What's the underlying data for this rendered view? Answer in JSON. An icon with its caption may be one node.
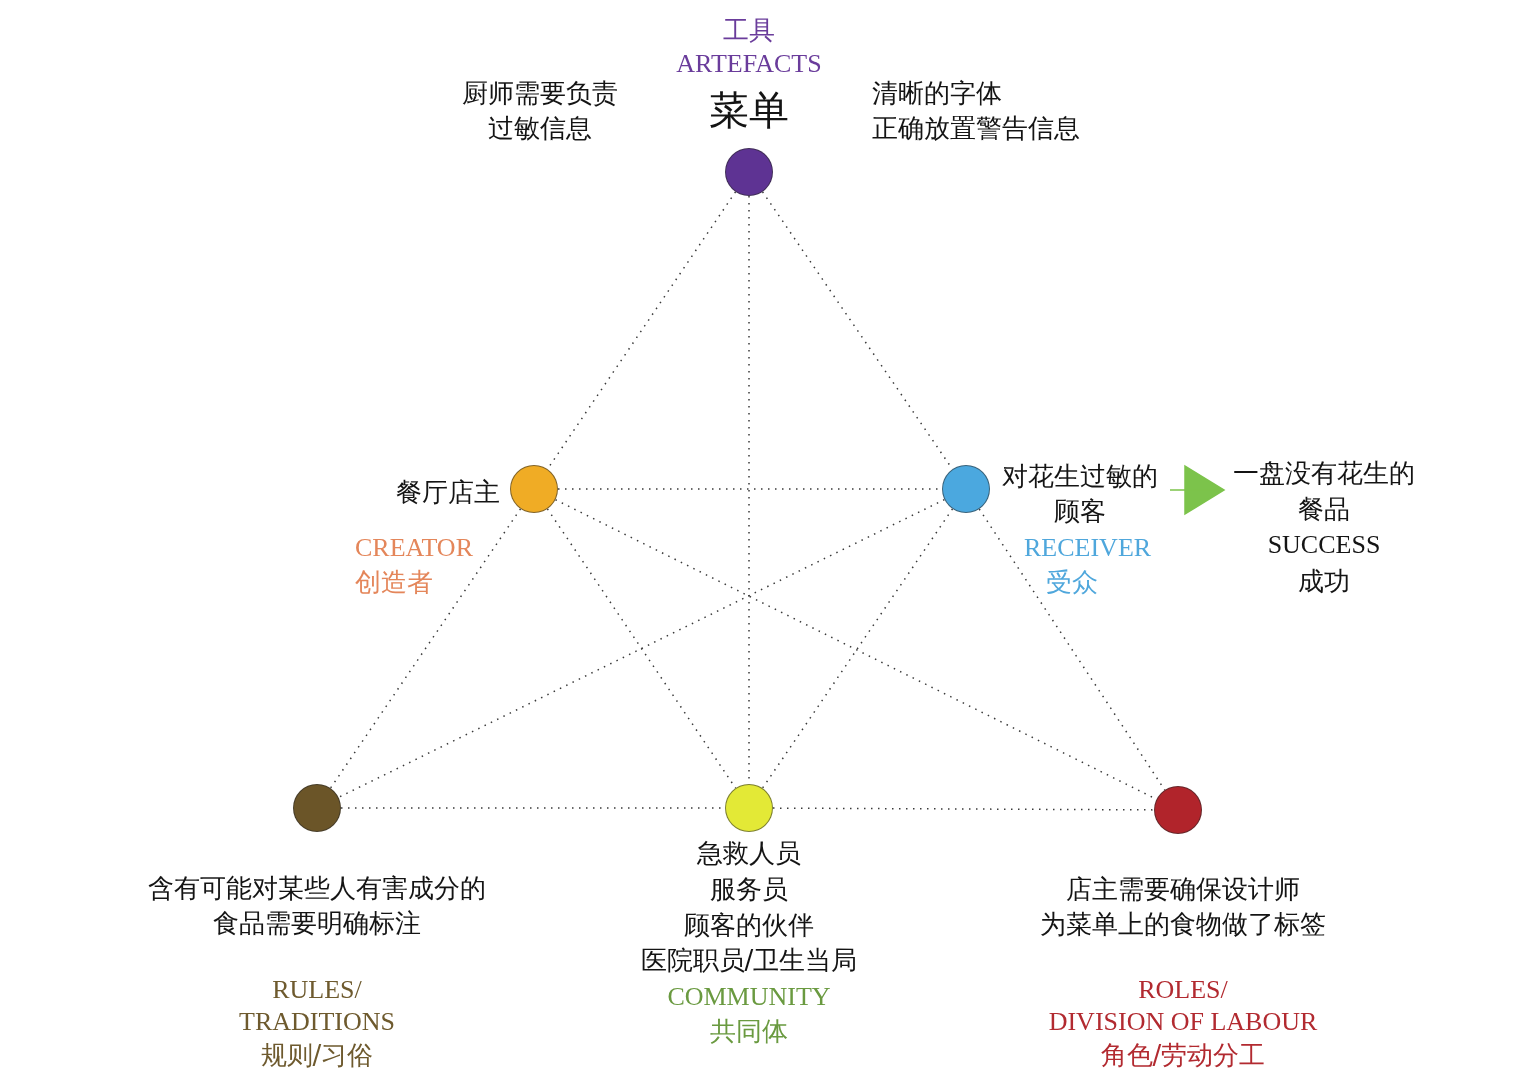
{
  "diagram": {
    "nodes": [
      {
        "text": [],
        "shape": "circle",
        "beside": [
          "工具",
          "ARTEFACTS",
          "菜单",
          "厨师需要负责过敏信息",
          "清晰的字体",
          "正确放置警告信息"
        ]
      },
      {
        "text": [],
        "shape": "circle",
        "beside": [
          "餐厅店主",
          "CREATOR",
          "创造者"
        ]
      },
      {
        "text": [],
        "shape": "circle",
        "beside": [
          "对花生过敏的顾客",
          "RECEIVER",
          "受众"
        ]
      },
      {
        "text": [
          "一盘没有花生的餐品",
          "SUCCESS",
          "成功"
        ]
      },
      {
        "text": [],
        "shape": "circle",
        "beside": [
          "含有可能对某些人有害成分的食品需要明确标注",
          "RULES/ TRADITIONS",
          "规则/习俗"
        ]
      },
      {
        "text": [],
        "shape": "circle",
        "beside": [
          "急救人员",
          "服务员",
          "顾客的伙伴",
          "医院职员/卫生当局",
          "COMMUNITY",
          "共同体"
        ]
      },
      {
        "text": [],
        "shape": "circle",
        "beside": [
          "店主需要确保设计师为菜单上的食物做了标签",
          "ROLES/ DIVISION OF LABOUR",
          "角色/劳动分工"
        ]
      }
    ],
    "edges": [
      {
        "from": 0,
        "to": 1,
        "arrow": "none",
        "style": "dashed"
      },
      {
        "from": 0,
        "to": 2,
        "arrow": "none",
        "style": "dashed"
      },
      {
        "from": 0,
        "to": 5,
        "arrow": "none",
        "style": "dashed"
      },
      {
        "from": 1,
        "to": 2,
        "arrow": "none",
        "style": "dashed"
      },
      {
        "from": 1,
        "to": 4,
        "arrow": "none",
        "style": "dashed"
      },
      {
        "from": 1,
        "to": 5,
        "arrow": "none",
        "style": "dashed"
      },
      {
        "from": 1,
        "to": 6,
        "arrow": "none",
        "style": "dashed"
      },
      {
        "from": 2,
        "to": 4,
        "arrow": "none",
        "style": "dashed"
      },
      {
        "from": 2,
        "to": 5,
        "arrow": "none",
        "style": "dashed"
      },
      {
        "from": 2,
        "to": 6,
        "arrow": "none",
        "style": "dashed"
      },
      {
        "from": 4,
        "to": 5,
        "arrow": "none",
        "style": "dashed"
      },
      {
        "from": 5,
        "to": 6,
        "arrow": "none",
        "style": "dashed"
      },
      {
        "from": 2,
        "to": 3,
        "arrow": "to",
        "color": "#7cc34b"
      }
    ]
  }
}
